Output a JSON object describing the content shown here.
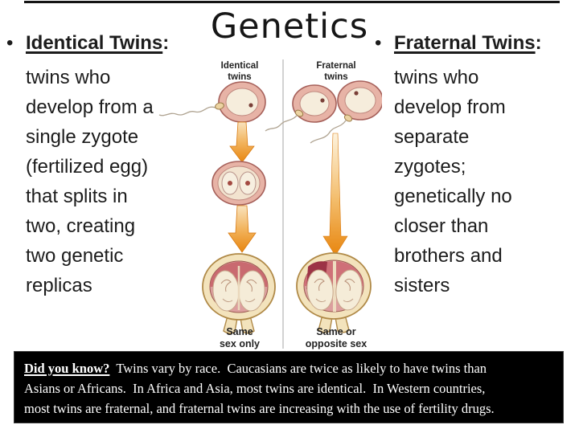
{
  "title": "Genetics",
  "left_column": {
    "bullet": "•",
    "heading": "Identical Twins",
    "colon": ":",
    "lines": [
      "twins who",
      "develop from a",
      "single zygote",
      "(fertilized egg)",
      "that splits in",
      "two, creating",
      "two genetic",
      "replicas"
    ]
  },
  "right_column": {
    "bullet": "•",
    "heading": "Fraternal Twins",
    "colon": ":",
    "lines": [
      "twins who",
      "develop from",
      "separate",
      "zygotes;",
      "genetically no",
      "closer than",
      "brothers and",
      "sisters"
    ]
  },
  "diagram": {
    "identical_label": "Identical\ntwins",
    "fraternal_label": "Fraternal\ntwins",
    "identical_caption": "Same\nsex only",
    "fraternal_caption": "Same or\nopposite sex"
  },
  "fact_box": {
    "label": "Did you know?",
    "text": "  Twins vary by race.  Caucasians are twice as likely to have twins than\nAsians or Africans.  In Africa and Asia, most twins are identical.  In Western countries,\nmost twins are fraternal, and fraternal twins are increasing with the use of fertility drugs."
  },
  "colors": {
    "arrow_orange_dark": "#e8860f",
    "arrow_orange_light": "#f9e3bd",
    "egg_ring": "#e7b3a6",
    "egg_outline": "#a6605a",
    "egg_inner": "#f6eddc",
    "uterus_wall": "#f3e3bc",
    "uterus_outline": "#b08a48",
    "uterus_pink": "#dc9e9e",
    "uterus_dark_pink": "#c96a70",
    "uterus_dark_red": "#9c3346",
    "fact_box_bg": "#000000",
    "fact_box_text": "#ffffff"
  }
}
